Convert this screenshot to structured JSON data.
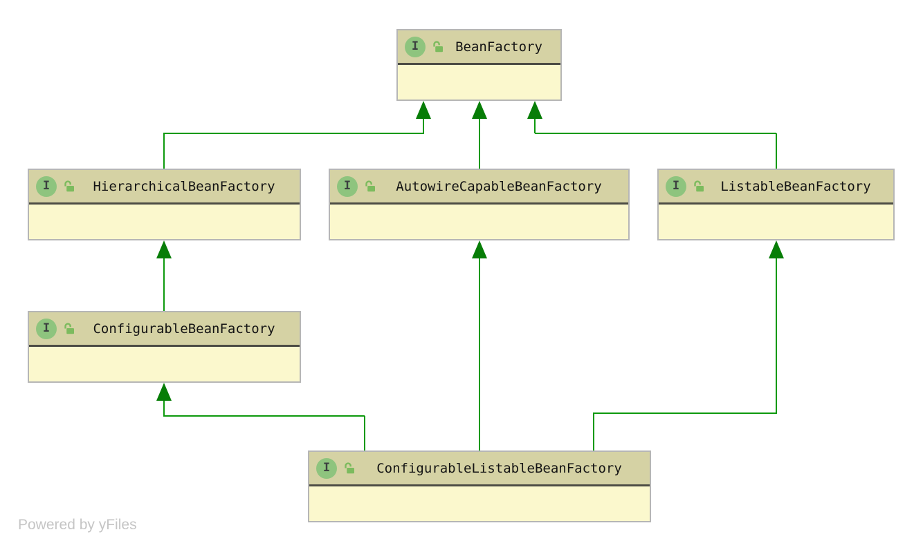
{
  "watermark": "Powered by yFiles",
  "diagram": {
    "type": "uml-class-diagram",
    "badge_tooltip": "interface",
    "nodes": [
      {
        "id": "BeanFactory",
        "label": "BeanFactory",
        "badge": "I",
        "kind": "interface",
        "visibility": "public"
      },
      {
        "id": "HierarchicalBeanFactory",
        "label": "HierarchicalBeanFactory",
        "badge": "I",
        "kind": "interface",
        "visibility": "public"
      },
      {
        "id": "AutowireCapableBeanFactory",
        "label": "AutowireCapableBeanFactory",
        "badge": "I",
        "kind": "interface",
        "visibility": "public"
      },
      {
        "id": "ListableBeanFactory",
        "label": "ListableBeanFactory",
        "badge": "I",
        "kind": "interface",
        "visibility": "public"
      },
      {
        "id": "ConfigurableBeanFactory",
        "label": "ConfigurableBeanFactory",
        "badge": "I",
        "kind": "interface",
        "visibility": "public"
      },
      {
        "id": "ConfigurableListableBeanFactory",
        "label": "ConfigurableListableBeanFactory",
        "badge": "I",
        "kind": "interface",
        "visibility": "public"
      }
    ],
    "edges": [
      {
        "from": "HierarchicalBeanFactory",
        "to": "BeanFactory",
        "relation": "extends"
      },
      {
        "from": "AutowireCapableBeanFactory",
        "to": "BeanFactory",
        "relation": "extends"
      },
      {
        "from": "ListableBeanFactory",
        "to": "BeanFactory",
        "relation": "extends"
      },
      {
        "from": "ConfigurableBeanFactory",
        "to": "HierarchicalBeanFactory",
        "relation": "extends"
      },
      {
        "from": "ConfigurableListableBeanFactory",
        "to": "ConfigurableBeanFactory",
        "relation": "extends"
      },
      {
        "from": "ConfigurableListableBeanFactory",
        "to": "AutowireCapableBeanFactory",
        "relation": "extends"
      },
      {
        "from": "ConfigurableListableBeanFactory",
        "to": "ListableBeanFactory",
        "relation": "extends"
      }
    ],
    "colors": {
      "node_header_bg": "#d5d2a4",
      "node_body_bg": "#fbf8cd",
      "node_border": "#b6b6b6",
      "header_divider": "#4c4c44",
      "edge_line": "#0c990c",
      "arrowhead": "#077d07",
      "interface_badge_bg": "#8ec47e",
      "lock_icon": "#7cbb5e",
      "watermark_text": "#c5c5c5"
    }
  }
}
